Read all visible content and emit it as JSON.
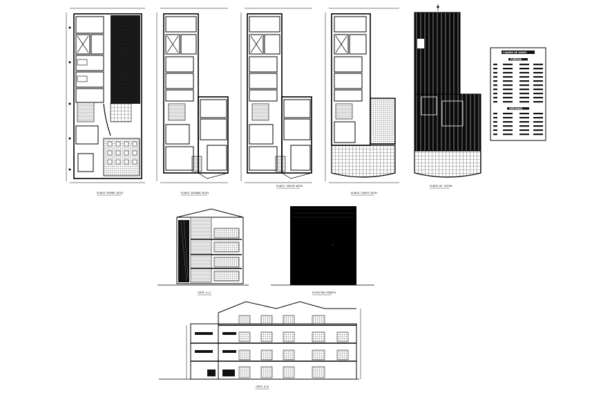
{
  "captions": {
    "plan_1": "PLANTA PRIMER NIVEL",
    "plan_2": "PLANTA SEGUNDO NIVEL",
    "plan_3": "PLANTA TERCER NIVEL",
    "plan_4": "PLANTA CUARTO NIVEL",
    "plan_5": "PLANTA DE TECHOS",
    "section_1": "CORTE A-A'",
    "elevation_1": "ELEVACION FRONTAL",
    "section_2": "CORTE B-B'"
  },
  "legend_table": {
    "title": "CUADRO DE VANOS",
    "subheader_1": "PUERTAS",
    "subheader_2": "VENTANAS"
  }
}
